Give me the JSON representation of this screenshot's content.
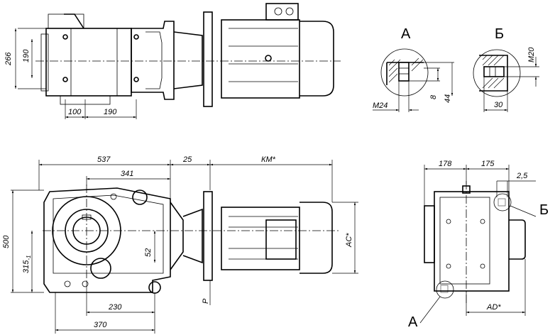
{
  "views": {
    "top": {
      "dims": {
        "d266": "266",
        "d190v": "190",
        "d100": "100",
        "d190h": "190"
      }
    },
    "front": {
      "dims": {
        "d537": "537",
        "d341": "341",
        "d25": "25",
        "dKM": "КМ*",
        "d500": "500",
        "d315": "315",
        "d315sub": "-1",
        "d52": "52",
        "dAC": "AC*",
        "dP": "P",
        "d230": "230",
        "d370": "370"
      }
    },
    "side": {
      "dims": {
        "d178": "178",
        "d175": "175",
        "d25b": "2,5",
        "dAD": "AD*"
      },
      "callouts": {
        "a": "A",
        "b": "Б"
      }
    },
    "detailA": {
      "title": "A",
      "dims": {
        "m24": "M24",
        "d8": "8",
        "d44": "44"
      }
    },
    "detailB": {
      "title": "Б",
      "dims": {
        "m20": "M20",
        "d30": "30"
      }
    }
  }
}
